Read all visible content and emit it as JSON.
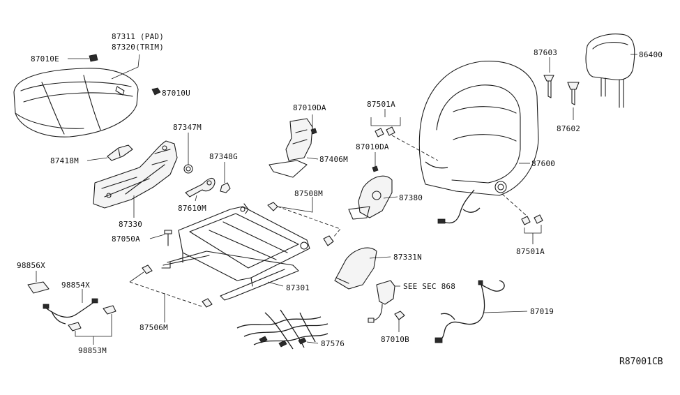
{
  "colors": {
    "line": "#1a1a1a",
    "background": "#ffffff"
  },
  "labels": {
    "pad": "87311 (PAD)",
    "trim": "87320(TRIM)",
    "p87010e": "87010E",
    "p87010u": "87010U",
    "p87418m": "87418M",
    "p87347m": "87347M",
    "p87348g": "87348G",
    "p87610m": "87610M",
    "p87330": "87330",
    "p87050a": "87050A",
    "p87010da_top": "87010DA",
    "p87406m": "87406M",
    "p87508m": "87508M",
    "p87501a_top": "87501A",
    "p87010da_mid": "87010DA",
    "p87380": "87380",
    "p87600": "87600",
    "p87603": "87603",
    "p87602": "87602",
    "p86400": "86400",
    "p87501a_bot": "87501A",
    "p87331n": "87331N",
    "see_sec": "SEE SEC 868",
    "p87010b": "87010B",
    "p87019": "87019",
    "p98856x": "98856X",
    "p98854x": "98854X",
    "p98853m": "98853M",
    "p87301": "87301",
    "p87506m": "87506M",
    "p87576": "87576",
    "ref_code": "R87001CB"
  }
}
